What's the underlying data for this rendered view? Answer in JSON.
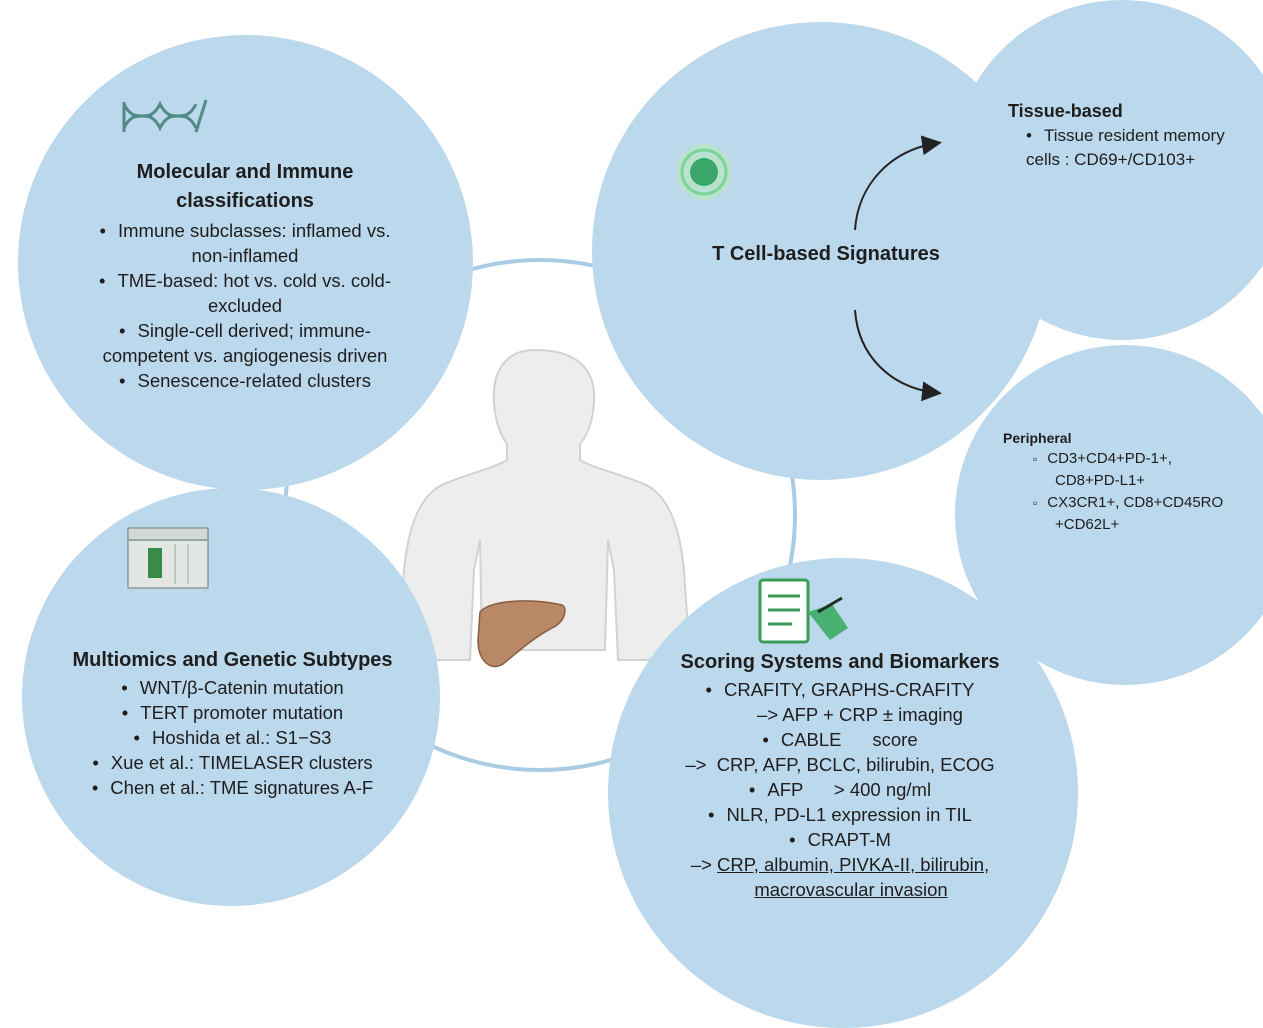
{
  "center": {
    "liver_color": "#b98866"
  },
  "molecular": {
    "title": "Molecular and Immune classifications",
    "items": [
      "Immune subclasses: inflamed vs. non-inflamed",
      "TME-based: hot vs. cold vs. cold-excluded",
      "Single-cell derived; immune-competent vs. angiogenesis driven",
      "Senescence-related clusters"
    ]
  },
  "multiomics": {
    "title": "Multiomics and Genetic Subtypes",
    "items": [
      "WNT/β-Catenin mutation",
      "TERT promoter mutation",
      "Hoshida et al.: S1−S3",
      "Xue et al.: TIMELASER clusters",
      "Chen et al.: TME signatures A-F"
    ]
  },
  "tcell": {
    "title": "T Cell-based Signatures"
  },
  "tissue": {
    "title": "Tissue-based",
    "items": [
      "Tissue resident memory cells : CD69+/CD103+"
    ]
  },
  "peripheral": {
    "title": "Peripheral",
    "items": [
      "CD3+CD4+PD-1+, CD8+PD-L1+",
      "CX3CR1+, CD8+CD45RO +CD62L+"
    ]
  },
  "scoring": {
    "title": "Scoring Systems and Biomarkers",
    "lines": [
      "CRAFITY, GRAPHS-CRAFITY",
      "–> AFP + CRP ± imaging",
      "CABLE      score",
      "–>  CRP, AFP, BCLC, bilirubin, ECOG",
      "AFP      > 400 ng/ml",
      "NLR, PD-L1 expression in TIL",
      "CRAPT-M",
      "–> ",
      "CRP, albumin, PIVKA-II, bilirubin,",
      "macrovascular invasion"
    ]
  },
  "colors": {
    "circle_fill": "#bcd8ec",
    "ring": "#a9cbe3",
    "arrow": "#222222",
    "dna_icon": "#4f8a85",
    "cell_icon": "#3aa66a",
    "clipboard_icon": "#3a9a57"
  },
  "icons": [
    "dna-icon",
    "t-cell-icon",
    "sequencer-icon",
    "clipboard-icon",
    "human-figure",
    "liver"
  ]
}
